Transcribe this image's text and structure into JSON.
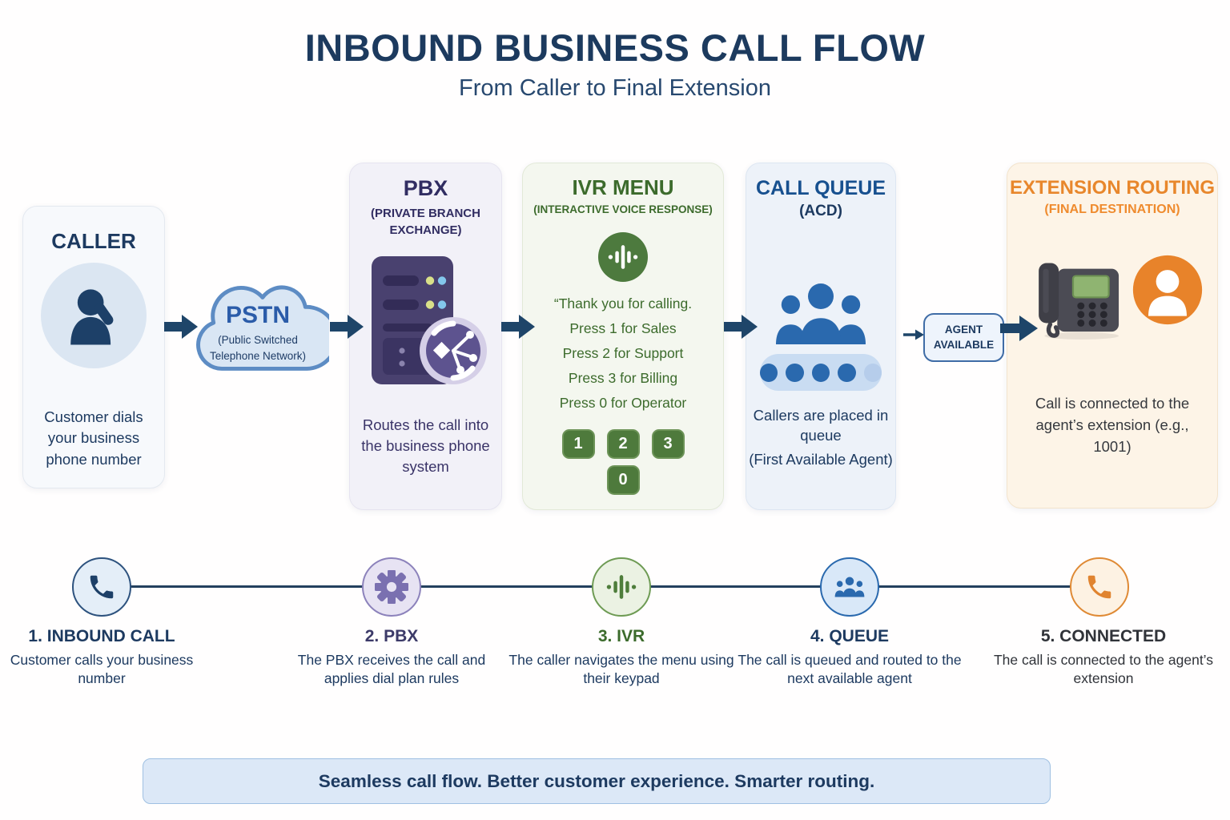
{
  "header": {
    "title": "INBOUND BUSINESS CALL FLOW",
    "subtitle": "From Caller to Final Extension"
  },
  "flow": {
    "caller": {
      "title": "CALLER",
      "icon": "person-on-phone-icon",
      "description": "Customer dials your business phone number"
    },
    "pstn": {
      "title": "PSTN",
      "subtitle": "(Public Switched Telephone Network)",
      "icon": "cloud-icon"
    },
    "pbx": {
      "title": "PBX",
      "subtitle": "(PRIVATE BRANCH EXCHANGE)",
      "icon": "server-routing-icon",
      "description": "Routes the call into the business phone system"
    },
    "ivr": {
      "title": "IVR MENU",
      "subtitle": "(INTERACTIVE VOICE RESPONSE)",
      "icon": "voice-wave-icon",
      "script_lines": [
        "“Thank you for calling.",
        "Press 1 for Sales",
        "Press 2 for Support",
        "Press 3 for Billing",
        "Press 0 for Operator"
      ],
      "keypad_keys": [
        "1",
        "2",
        "3",
        "0"
      ]
    },
    "queue": {
      "title": "CALL QUEUE",
      "subtitle": "(ACD)",
      "icon": "people-queue-icon",
      "description_line1": "Callers are placed in queue",
      "description_line2": "(First Available Agent)"
    },
    "agent_available_label": "AGENT AVAILABLE",
    "extension": {
      "title": "EXTENSION ROUTING",
      "subtitle": "(FINAL DESTINATION)",
      "icons": [
        "desk-phone-icon",
        "agent-avatar-icon"
      ],
      "description": "Call is connected to the agent’s extension (e.g., 1001)"
    }
  },
  "timeline": {
    "steps": [
      {
        "label": "1. INBOUND CALL",
        "description": "Customer calls your business number",
        "icon": "phone-icon",
        "color": "#2d527e"
      },
      {
        "label": "2. PBX",
        "description": "The PBX receives the call and applies dial plan rules",
        "icon": "gear-icon",
        "color": "#7a70b0"
      },
      {
        "label": "3. IVR",
        "description": "The caller navigates the menu using their keypad",
        "icon": "voice-wave-icon",
        "color": "#4e7d3b"
      },
      {
        "label": "4. QUEUE",
        "description": "The call is queued and routed to the next available agent",
        "icon": "people-icon",
        "color": "#2a69ae"
      },
      {
        "label": "5. CONNECTED",
        "description": "The call is connected to the agent’s extension",
        "icon": "phone-icon",
        "color": "#e08430"
      }
    ]
  },
  "footer": {
    "banner": "Seamless call flow. Better customer experience. Smarter routing."
  },
  "colors": {
    "title_navy": "#1c3a5e",
    "arrow_navy": "#1e4569",
    "caller_accent": "#1d4068",
    "pstn_blue": "#2b5ca9",
    "pbx_purple": "#312d62",
    "ivr_green": "#3c6b2c",
    "queue_blue": "#17508f",
    "extension_orange": "#e8872c",
    "connected_orange": "#e08430",
    "footer_bg": "#dce8f7"
  }
}
